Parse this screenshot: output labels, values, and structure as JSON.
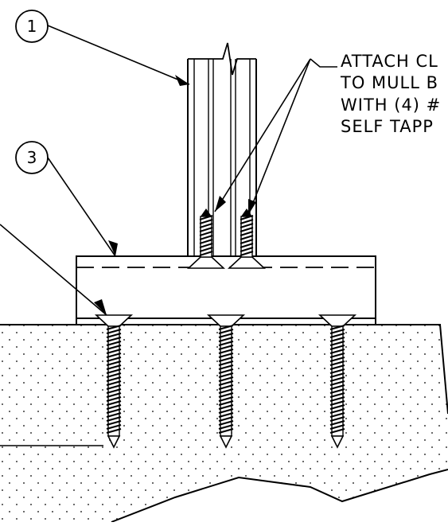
{
  "callouts": [
    {
      "id": "1",
      "label": "1"
    },
    {
      "id": "3",
      "label": "3"
    }
  ],
  "note_lines": [
    "ATTACH CL",
    "TO MULL B",
    "WITH (4) #",
    "SELF TAPP"
  ],
  "colors": {
    "ink": "#000000",
    "background": "#ffffff"
  }
}
